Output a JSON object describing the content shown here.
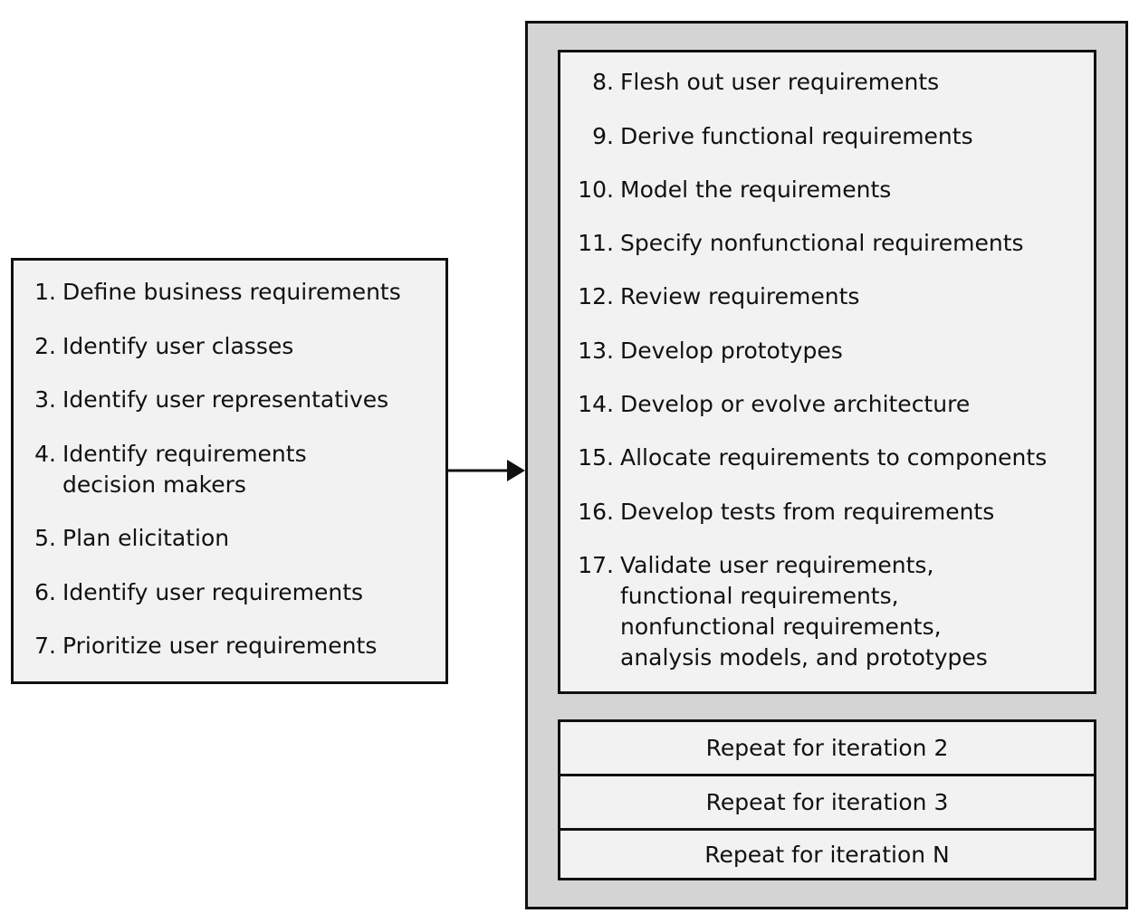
{
  "left_box": {
    "steps": [
      {
        "num": "1.",
        "text": "Define business requirements"
      },
      {
        "num": "2.",
        "text": "Identify user classes"
      },
      {
        "num": "3.",
        "text": "Identify user representatives"
      },
      {
        "num": "4.",
        "text": "Identify requirements decision makers"
      },
      {
        "num": "5.",
        "text": "Plan elicitation"
      },
      {
        "num": "6.",
        "text": "Identify user requirements"
      },
      {
        "num": "7.",
        "text": "Prioritize user requirements"
      }
    ]
  },
  "right_box": {
    "steps": [
      {
        "num": "8.",
        "text": "Flesh out user requirements"
      },
      {
        "num": "9.",
        "text": "Derive functional requirements"
      },
      {
        "num": "10.",
        "text": "Model the requirements"
      },
      {
        "num": "11.",
        "text": "Specify nonfunctional requirements"
      },
      {
        "num": "12.",
        "text": "Review requirements"
      },
      {
        "num": "13.",
        "text": "Develop prototypes"
      },
      {
        "num": "14.",
        "text": "Develop or evolve architecture"
      },
      {
        "num": "15.",
        "text": "Allocate requirements to components"
      },
      {
        "num": "16.",
        "text": "Develop tests from requirements"
      },
      {
        "num": "17.",
        "text": "Validate user requirements, functional requirements, nonfunctional requirements, analysis models, and prototypes"
      }
    ],
    "repeats": [
      "Repeat for iteration 2",
      "Repeat for iteration 3",
      "Repeat for iteration N"
    ]
  },
  "colors": {
    "box_fill": "#f2f2f2",
    "outer_fill": "#d4d4d4",
    "border": "#111111"
  }
}
